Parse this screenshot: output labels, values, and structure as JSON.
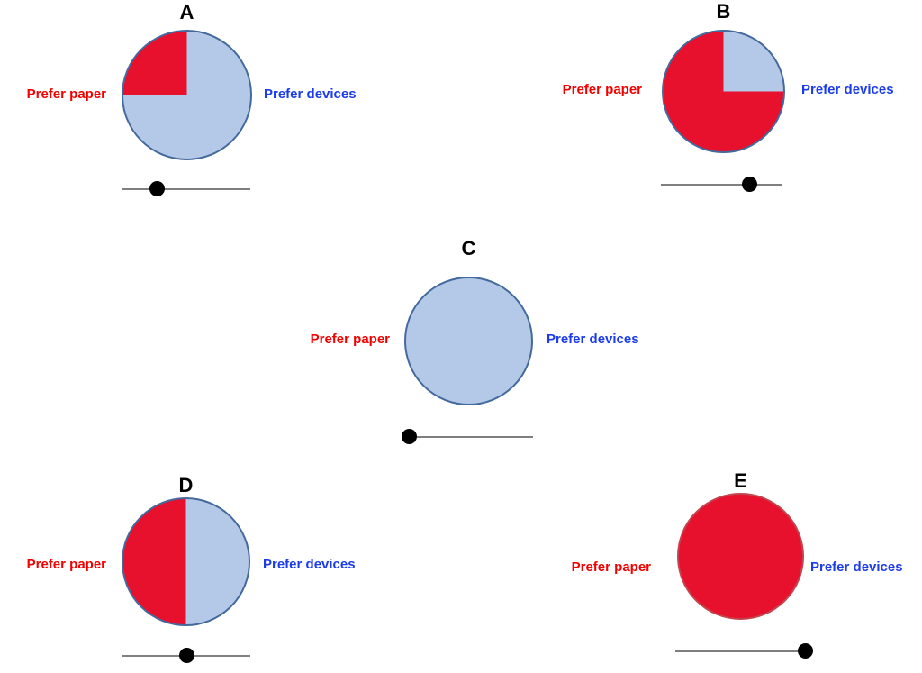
{
  "labels": {
    "paper": "Prefer paper",
    "devices": "Prefer devices"
  },
  "chart_data": {
    "type": "pie",
    "legend": {
      "paper_label": "Prefer paper",
      "devices_label": "Prefer devices"
    },
    "colors": {
      "paper_fill": "#E8112D",
      "devices_fill": "#B4C9E8",
      "circle_border": "#44699D",
      "red_circle_border": "#C2444E",
      "label_red": "#F40000",
      "label_blue": "#1C3CEC",
      "slider_line": "#7F7F7F",
      "slider_dot": "#000000",
      "title_color": "#000000"
    },
    "charts": [
      {
        "label": "A",
        "series": [
          {
            "name": "Prefer paper",
            "percent": 25
          },
          {
            "name": "Prefer devices",
            "percent": 75
          }
        ],
        "slider_percent": 25
      },
      {
        "label": "B",
        "series": [
          {
            "name": "Prefer paper",
            "percent": 75
          },
          {
            "name": "Prefer devices",
            "percent": 25
          }
        ],
        "slider_percent": 75
      },
      {
        "label": "C",
        "series": [
          {
            "name": "Prefer paper",
            "percent": 0
          },
          {
            "name": "Prefer devices",
            "percent": 100
          }
        ],
        "slider_percent": 0
      },
      {
        "label": "D",
        "series": [
          {
            "name": "Prefer paper",
            "percent": 50
          },
          {
            "name": "Prefer devices",
            "percent": 50
          }
        ],
        "slider_percent": 50
      },
      {
        "label": "E",
        "series": [
          {
            "name": "Prefer paper",
            "percent": 100
          },
          {
            "name": "Prefer devices",
            "percent": 0
          }
        ],
        "slider_percent": 100,
        "border_override": "red_circle_border"
      }
    ]
  }
}
